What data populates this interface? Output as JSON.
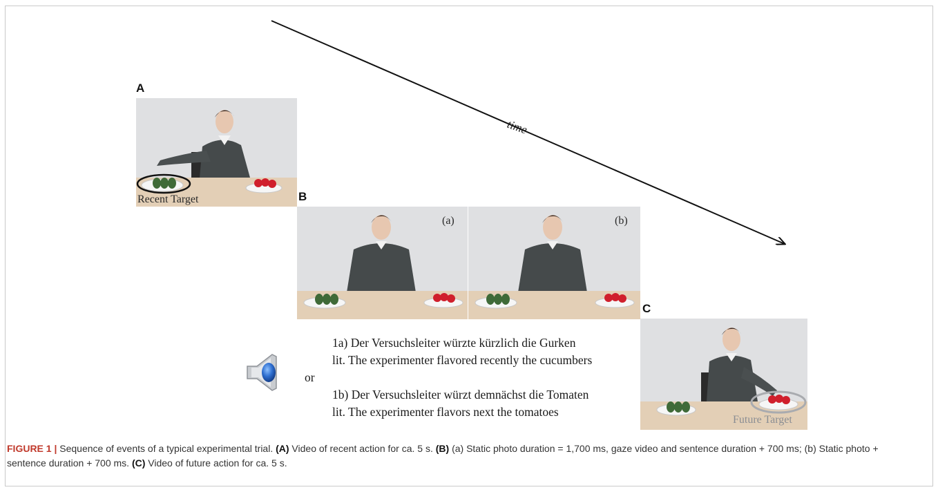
{
  "panels": {
    "a": {
      "letter": "A",
      "label": "Recent Target"
    },
    "b": {
      "letter": "B",
      "left_tag": "(a)",
      "right_tag": "(b)"
    },
    "c": {
      "letter": "C",
      "label": "Future Target"
    }
  },
  "timeline": {
    "label": "time"
  },
  "audio": {
    "icon": "speaker-icon",
    "connector": "or"
  },
  "sentences": {
    "s1a": "1a) Der Versuchsleiter würzte kürzlich die Gurken",
    "s1a_lit": "lit.  The experimenter flavored recently the cucumbers",
    "s1b": "1b) Der Versuchsleiter würzt demnächst die Tomaten",
    "s1b_lit": "lit.  The experimenter flavors next the tomatoes"
  },
  "caption": {
    "fig": "FIGURE 1 |",
    "intro": " Sequence of events of a typical experimental trial. ",
    "a_ref": "(A)",
    "a_text": " Video of recent action for ca. 5 s. ",
    "b_ref": "(B)",
    "b_text": " (a) Static photo duration = 1,700 ms, gaze video and sentence duration + 700 ms; (b) Static photo + sentence duration + 700 ms. ",
    "c_ref": "(C)",
    "c_text": " Video of future action for ca. 5 s."
  },
  "colors": {
    "wall": "#dedfe1",
    "table": "#e3cfb6",
    "sweater": "#454a4b",
    "tomato": "#d01f2c",
    "cucumber": "#3f6a38",
    "speaker_blue": "#2f6fd0"
  }
}
